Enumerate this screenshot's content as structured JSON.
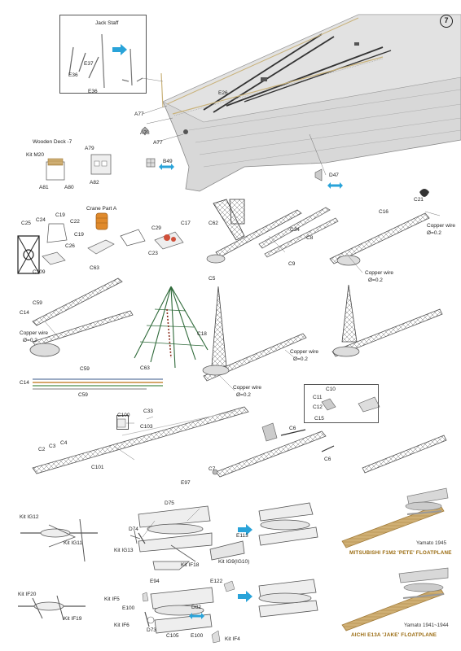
{
  "page": {
    "number": "7"
  },
  "colors": {
    "accent_arrow": "#29a3d9",
    "wood": "#cfaf74",
    "caption": "#9a6b10",
    "hull": "#d6d6d6",
    "frame": "#888888"
  },
  "icons": [
    "arrow-right-icon",
    "double-arrow-icon"
  ],
  "labels": {
    "jack_staff": "Jack Staff",
    "e36_a": "E36",
    "e37": "E37",
    "e36_b": "E36",
    "e26": "E26",
    "a77_top": "A77",
    "a78": "A78",
    "a77_bot": "A77",
    "b49": "B49",
    "d47": "D47",
    "wooden_deck": "Wooden Deck -7",
    "kit_m20": "Kit M20",
    "a81": "A81",
    "a80": "A80",
    "a79": "A79",
    "a82": "A82",
    "c21": "C21",
    "copper_wire_1": "Copper wire",
    "dia_1": "Ø=0.2",
    "c16": "C16",
    "c25": "C25",
    "c24": "C24",
    "c19_a": "C19",
    "c22": "C22",
    "c19_b": "C19",
    "c26": "C26",
    "c109": "C109",
    "crane_part": "Crane Part A",
    "c29": "C29",
    "c17": "C17",
    "c23": "C23",
    "c62": "C62",
    "c34": "C34",
    "c8": "C8",
    "c9": "C9",
    "copper_wire_2": "Copper wire",
    "dia_2": "Ø=0.2",
    "c63_a": "C63",
    "c5": "C5",
    "c59_a": "C59",
    "c14_a": "C14",
    "copper_wire_3": "Copper wire",
    "dia_3": "Ø=0.2",
    "c18": "C18",
    "copper_wire_4": "Copper wire",
    "dia_4": "Ø=0.2",
    "copper_wire_5": "Copper wire",
    "dia_5": "Ø=0.2",
    "c14_b": "C14",
    "c59_b": "C59",
    "c63_b": "C63",
    "c59_c": "C59",
    "c10": "C10",
    "c11": "C11",
    "c12": "C12",
    "c15": "C15",
    "c100": "C100",
    "c33": "C33",
    "c103": "C103",
    "c2": "C2",
    "c3": "C3",
    "c4": "C4",
    "c101": "C101",
    "c6_a": "C6",
    "c6_b": "C6",
    "c7": "C7",
    "e97": "E97",
    "d75": "D75",
    "kit_ig12": "Kit IG12",
    "kit_ig11": "Kit IG11",
    "d74": "D74",
    "kit_ig13": "Kit IG13",
    "e113": "E113",
    "kit_ig9": "Kit IG9(IG10)",
    "kit_if18": "Kit IF18",
    "e94": "E94",
    "e122": "E122",
    "kit_if5": "Kit IF5",
    "e100_a": "E100",
    "d82": "D82",
    "kit_if20": "Kit IF20",
    "kit_if19": "Kit IF19",
    "kit_if6": "Kit IF6",
    "d73": "D73",
    "c105": "C105",
    "e100_b": "E100",
    "kit_if4": "Kit IF4",
    "year_pete": "Yamato 1945",
    "caption_pete": "MITSUBISHI F1M2  'PETE'  FLOATPLANE",
    "year_jake": "Yamato 1941~1944",
    "caption_jake": "AICHI E13A  'JAKE'  FLOATPLANE"
  }
}
